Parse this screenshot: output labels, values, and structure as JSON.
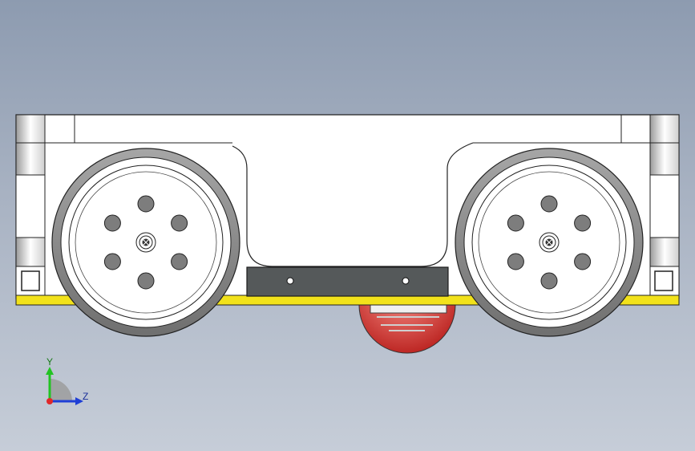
{
  "window": {
    "title": ""
  },
  "triad": {
    "y_label": "Y",
    "z_label": "Z",
    "colors": {
      "y": "#22c322",
      "z": "#1f3fd6",
      "x": "#e0282a"
    }
  },
  "model": {
    "colors": {
      "body": "#ffffff",
      "outline": "#2a2a2a",
      "rail": "#f2e21b",
      "bracket": "#55595a",
      "tire": "#8a8a8a",
      "caster_ball": "#d93a36"
    },
    "wheels": [
      {
        "name": "left-wheel",
        "bolt_count": 6
      },
      {
        "name": "right-wheel",
        "bolt_count": 6
      }
    ]
  }
}
